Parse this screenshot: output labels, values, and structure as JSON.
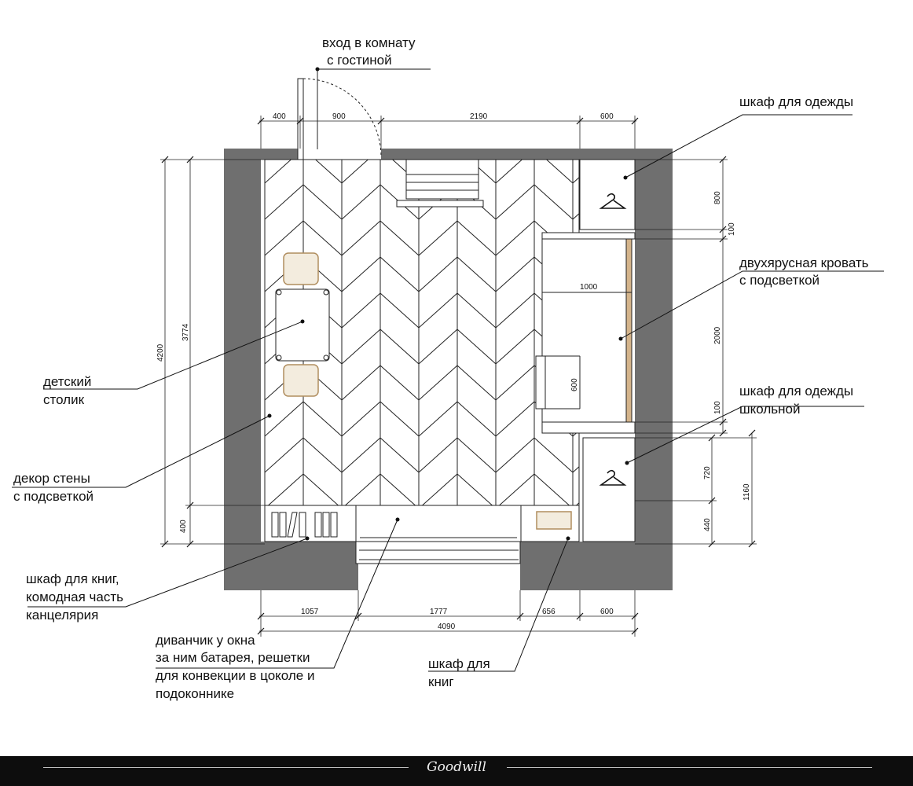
{
  "labels": {
    "entrance": [
      "вход в комнату",
      "с гостиной"
    ],
    "wardrobe_top": [
      "шкаф для одежды"
    ],
    "bunk_bed": [
      "двухярусная кровать",
      "с подсветкой"
    ],
    "kids_table": [
      "детский",
      "столик"
    ],
    "wardrobe_school": [
      "шкаф для одежды",
      "школьной"
    ],
    "wall_decor": [
      "декор стены",
      "с подсветкой"
    ],
    "bookcase_left": [
      "шкаф для книг,",
      "комодная часть",
      "канцелярия"
    ],
    "window_sofa": [
      "диванчик у окна",
      "за ним батарея, решетки",
      "для конвекции в цоколе и",
      "подоконнике"
    ],
    "bookcase_right": [
      "шкаф для",
      "книг"
    ]
  },
  "dimensions": {
    "top_400": "400",
    "top_900": "900",
    "top_2190": "2190",
    "top_600": "600",
    "left_4200": "4200",
    "left_3774": "3774",
    "left_400": "400",
    "right_800": "800",
    "right_100a": "100",
    "right_2000": "2000",
    "right_100b": "100",
    "right_720": "720",
    "right_440": "440",
    "right_1160": "1160",
    "bed_1000": "1000",
    "bed_600": "600",
    "bottom_1057": "1057",
    "bottom_1777": "1777",
    "bottom_656": "656",
    "bottom_600": "600",
    "bottom_4090": "4090"
  },
  "footer": {
    "logo": "Goodwill"
  },
  "colors": {
    "wall": "#6f6f6f",
    "wood": "#c9a67a",
    "footer": "#0d0d0d"
  }
}
